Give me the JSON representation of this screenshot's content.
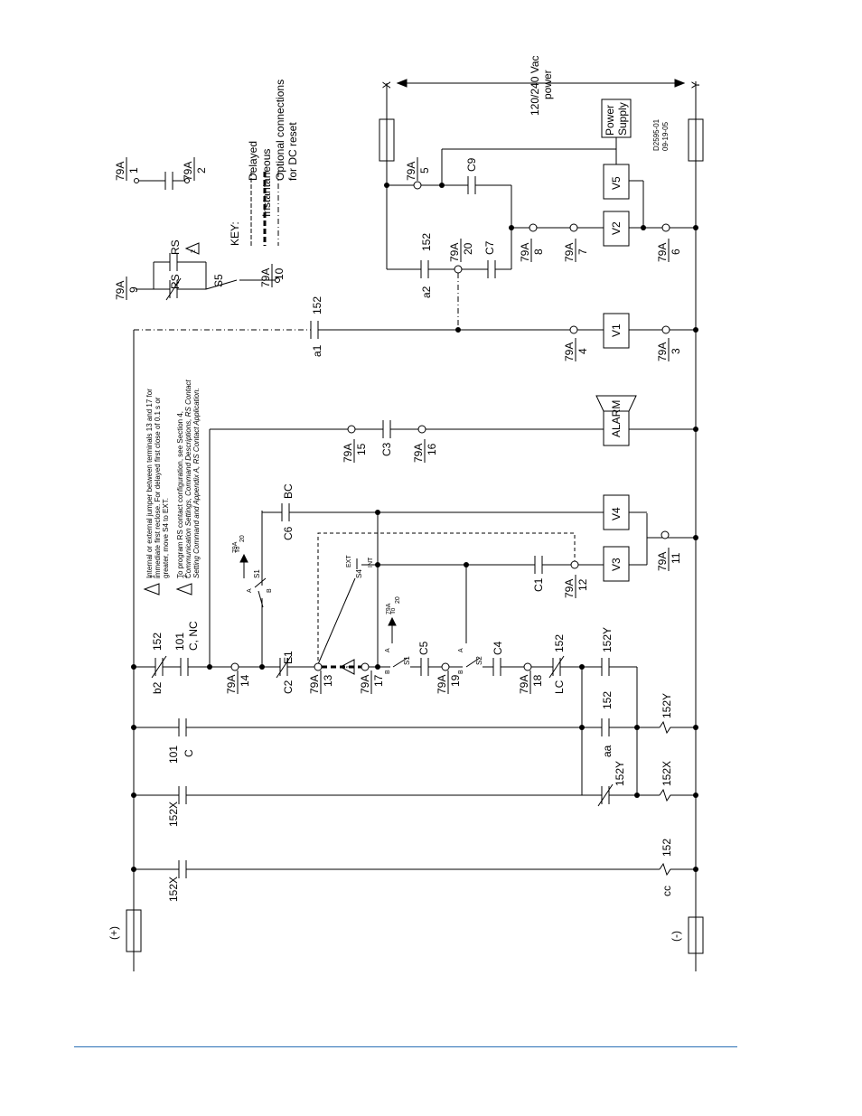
{
  "diagram": {
    "drawing_id": "D2595-01",
    "drawing_date": "09-19-05",
    "supply_plus": "(+)",
    "supply_minus": "(-)",
    "ac_power": "120/240 Vac",
    "ac_power2": "power",
    "ac_x": "X",
    "ac_y": "Y",
    "power_supply_1": "Power",
    "power_supply_2": "Supply",
    "alarm": "ALARM",
    "dev_79a": "79A",
    "key_title": "KEY:",
    "key_delayed": "Delayed",
    "key_instantaneous": "Instantaneous",
    "key_optional": "Optional connections",
    "key_optional2": "for DC reset",
    "note1_num": "1",
    "note2_num": "2",
    "notes": [
      "Internal or external jumper between terminals 13 and 17 for",
      "immediate first reclose. For delayed first close of 0.1 s or",
      "greater, move S4 to EXT.",
      "To program RS contact configuration, see Section 4,",
      "Communication Settings, Command Descriptions, RS Contact",
      "Setting Command and Appendix A, RS Contact Application."
    ],
    "terminals": {
      "t1": "1",
      "t2": "2",
      "t3": "3",
      "t4": "4",
      "t5": "5",
      "t6": "6",
      "t7": "7",
      "t8": "8",
      "t9": "9",
      "t10": "10",
      "t11": "11",
      "t12": "12",
      "t13": "13",
      "t14": "14",
      "t15": "15",
      "t16": "16",
      "t17": "17",
      "t18": "18",
      "t19": "19",
      "t20": "20"
    },
    "relays": {
      "v1": "V1",
      "v2": "V2",
      "v3": "V3",
      "v4": "V4",
      "v5": "V5"
    },
    "contacts": {
      "c1": "C1",
      "c2": "C2",
      "c3": "C3",
      "c4": "C4",
      "c5": "C5",
      "c6": "C6",
      "c7": "C7",
      "c9": "C9",
      "e1": "E1",
      "bc": "BC",
      "lc": "LC",
      "c152": "152",
      "c101": "101",
      "c152x": "152X",
      "c152y": "152Y",
      "b2": "b2",
      "a1": "a1",
      "a2": "a2",
      "aa": "aa",
      "cc": "cc",
      "c": "C",
      "c_nc": "C, NC",
      "rs": "RS"
    },
    "switches": {
      "s1": "S1",
      "s2": "S2",
      "s4": "S4",
      "s5": "S5",
      "a": "A",
      "b": "B",
      "ext": "EXT",
      "int": "INT",
      "to": "To"
    }
  }
}
